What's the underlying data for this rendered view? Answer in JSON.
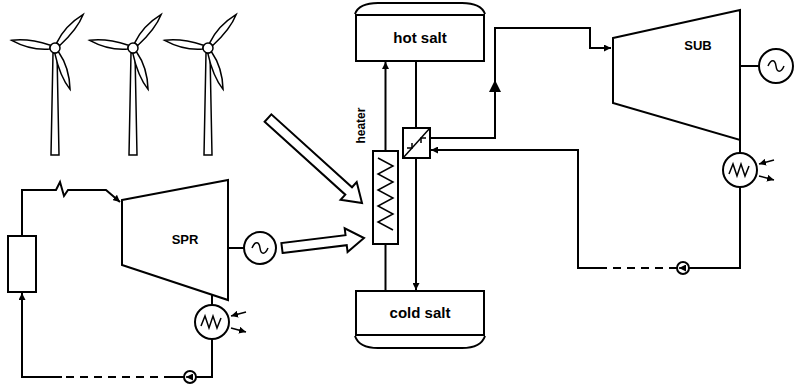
{
  "diagram": {
    "nodes": [
      {
        "text": [
          "hot salt"
        ]
      },
      {
        "text": [
          "heater"
        ]
      },
      {
        "text": [
          "SUB"
        ]
      },
      {
        "text": [
          "SPR"
        ]
      },
      {
        "text": [
          "cold salt"
        ]
      }
    ],
    "edges": [
      {
        "from": 1,
        "to": 0,
        "arrow": "to"
      },
      {
        "from": 4,
        "to": 1,
        "arrow": "none"
      },
      {
        "from": 0,
        "to": 4,
        "arrow": "to"
      },
      {
        "from": 3,
        "to": 1,
        "arrow": "to"
      }
    ]
  }
}
